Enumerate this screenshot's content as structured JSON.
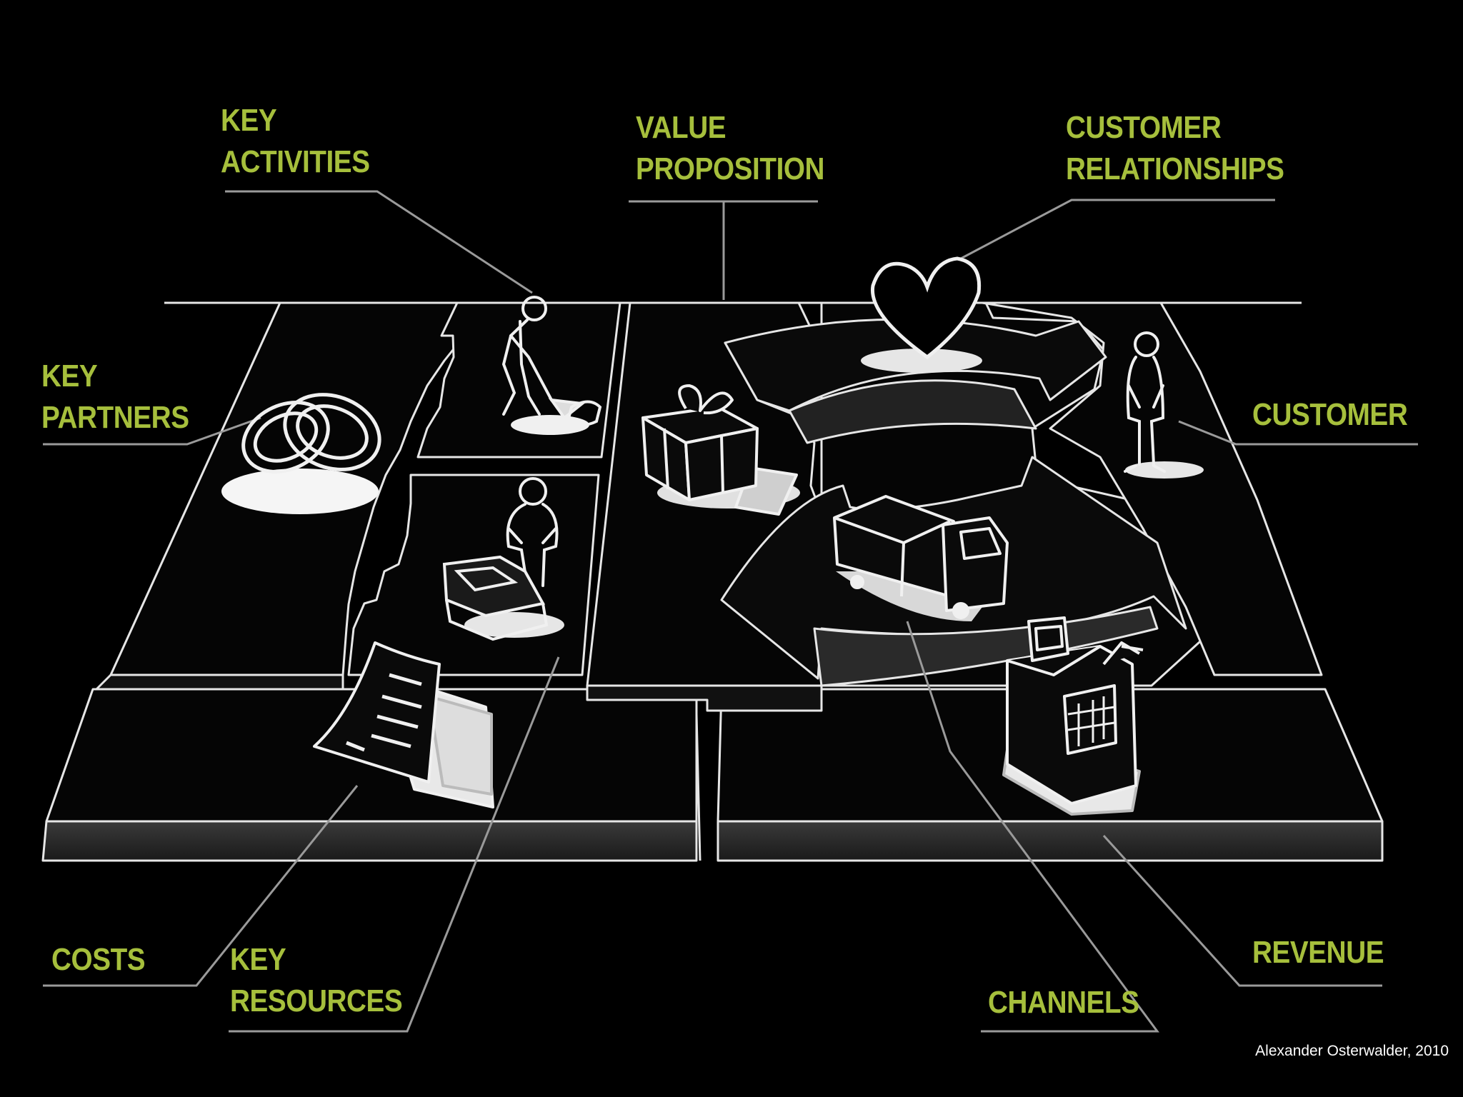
{
  "colors": {
    "background": "#000000",
    "label": "#a6bf3c",
    "line": "#e6e6e6",
    "credit": "#ffffff"
  },
  "labels": {
    "key_activities": [
      "KEY",
      "ACTIVITIES"
    ],
    "value_proposition": [
      "VALUE",
      "PROPOSITION"
    ],
    "customer_relationships": [
      "CUSTOMER",
      "RELATIONSHIPS"
    ],
    "key_partners": [
      "KEY",
      "PARTNERS"
    ],
    "customer": [
      "CUSTOMER"
    ],
    "costs": [
      "COSTS"
    ],
    "key_resources": [
      "KEY",
      "RESOURCES"
    ],
    "channels": [
      "CHANNELS"
    ],
    "revenue": [
      "REVENUE"
    ]
  },
  "illustrations": [
    "interlocked-rings-icon",
    "digging-worker-icon",
    "worker-with-machine-icon",
    "document-pages-icon",
    "gift-box-icon",
    "heart-icon",
    "delivery-truck-icon",
    "standing-customer-icon",
    "cash-register-icon"
  ],
  "credit": "Alexander Osterwalder, 2010"
}
